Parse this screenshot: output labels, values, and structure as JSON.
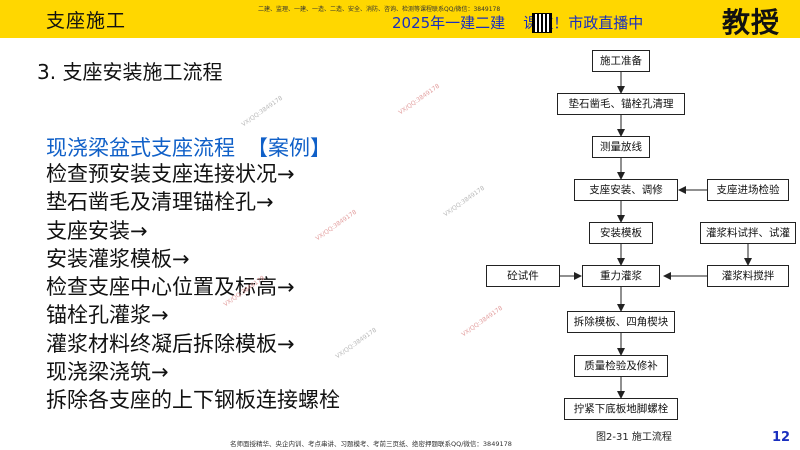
{
  "header": {
    "title": "支座施工",
    "ad_small": "二建、监理、一建、一造、二造、安全、消防、咨询、检测等课程联系QQ/微信：3849178",
    "ad_big": "2025年一建二建",
    "ad_big_tail": "课啦！市政直播中",
    "brand": "教授"
  },
  "section_title": "3. 支座安装施工流程",
  "steps_block": {
    "heading": "现浇梁盆式支座流程",
    "tag": "【案例】",
    "items": [
      "检查预安装支座连接状况→",
      "垫石凿毛及清理锚栓孔→",
      "支座安装→",
      "安装灌浆模板→",
      "检查支座中心位置及标高→",
      "锚栓孔灌浆→",
      "灌浆材料终凝后拆除模板→",
      "现浇梁浇筑→",
      "拆除各支座的上下钢板连接螺栓"
    ]
  },
  "flowchart": {
    "main": [
      "施工准备",
      "垫石凿毛、锚栓孔清理",
      "测量放线",
      "支座安装、调修",
      "安装模板",
      "重力灌浆",
      "拆除模板、四角楔块",
      "质量检验及修补",
      "拧紧下底板地脚螺栓"
    ],
    "side_right": [
      "支座进场检验",
      "灌浆料试拌、试灌",
      "灌浆料搅拌"
    ],
    "side_left": "砼试件",
    "caption": "图2-31  施工流程"
  },
  "watermark": "VX/QQ:3849178",
  "footer": "名师面授精华、央企内训、考点串讲、习题模考、考前三页纸、绝密押题联系QQ/微信：3849178",
  "page_number": "12"
}
